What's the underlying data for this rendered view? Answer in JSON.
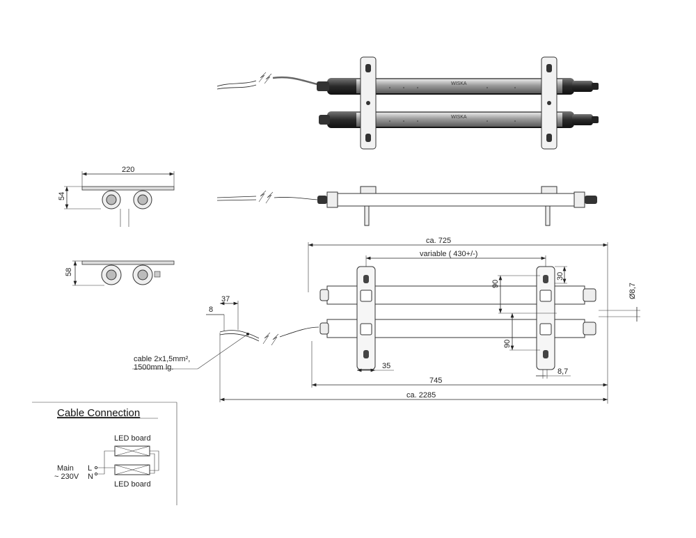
{
  "views": {
    "end_view_top": {
      "width_label": "220",
      "height_label": "54"
    },
    "end_view_bottom": {
      "height_label": "58"
    }
  },
  "photo": {
    "brand": "WISKA"
  },
  "plan_dimensions": {
    "overall_lamp": "ca. 725",
    "variable": "variable ( 430+/-)",
    "bracket_width": "35",
    "spacing_upper": "90",
    "spacing_lower": "90",
    "bracket_offset": "30",
    "diameter": "Ø8,7",
    "hole": "8,7",
    "length": "745",
    "overall_total": "ca. 2285",
    "cable_a": "8",
    "cable_b": "37"
  },
  "cable_note": {
    "line1": "cable 2x1,5mm²,",
    "line2": "1500mm lg."
  },
  "wiring": {
    "title": "Cable Connection",
    "board_top": "LED board",
    "board_bottom": "LED board",
    "mains_line1": "Main",
    "mains_line2": "~ 230V",
    "terminal_l": "L",
    "terminal_n": "N"
  }
}
